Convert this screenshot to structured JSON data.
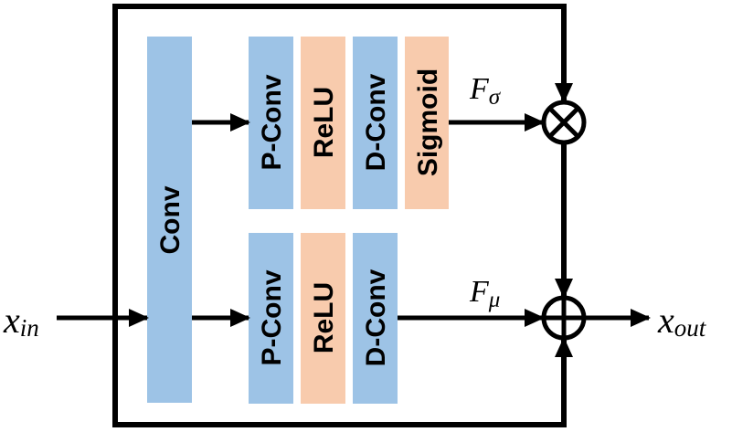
{
  "colors": {
    "conv_blue": "#9dc3e6",
    "relu_orange": "#f8cbad",
    "line": "#000000",
    "background": "#ffffff"
  },
  "blocks": {
    "conv": "Conv",
    "top": [
      "P-Conv",
      "ReLU",
      "D-Conv",
      "Sigmoid"
    ],
    "bottom": [
      "P-Conv",
      "ReLU",
      "D-Conv"
    ]
  },
  "labels": {
    "input_base": "x",
    "input_sub": "in",
    "output_base": "x",
    "output_sub": "out",
    "f_sigma_base": "F",
    "f_sigma_sub": "σ",
    "f_mu_base": "F",
    "f_mu_sub": "μ"
  },
  "operators": {
    "multiply": "multiply-operator",
    "add": "add-operator"
  }
}
